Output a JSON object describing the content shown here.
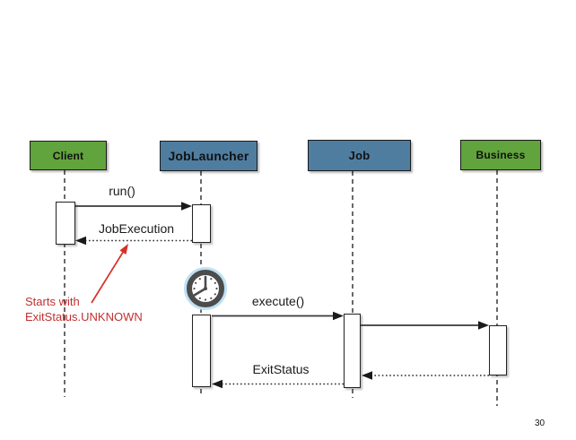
{
  "diagram": {
    "type": "uml-sequence",
    "page_number": "30",
    "colors": {
      "actor_green": "#61A33C",
      "actor_blue": "#4F7DA0",
      "annotation_red": "#C03030",
      "arrow_red": "#D63026"
    },
    "actors": [
      {
        "id": "client",
        "label": "Client",
        "color": "green"
      },
      {
        "id": "joblauncher",
        "label": "JobLauncher",
        "color": "blue"
      },
      {
        "id": "job",
        "label": "Job",
        "color": "blue"
      },
      {
        "id": "business",
        "label": "Business",
        "color": "green"
      }
    ],
    "messages": [
      {
        "label": "run()",
        "from": "client",
        "to": "joblauncher",
        "style": "solid"
      },
      {
        "label": "JobExecution",
        "from": "joblauncher",
        "to": "client",
        "style": "dotted"
      },
      {
        "label": "execute()",
        "from": "joblauncher",
        "to": "job",
        "style": "solid"
      },
      {
        "label": "",
        "from": "job",
        "to": "business",
        "style": "solid"
      },
      {
        "label": "",
        "from": "business",
        "to": "job",
        "style": "dotted"
      },
      {
        "label": "ExitStatus",
        "from": "job",
        "to": "joblauncher",
        "style": "dotted"
      }
    ],
    "annotation": {
      "text": "Starts with\nExitStatus.UNKNOWN"
    },
    "icons": {
      "clock": "clock-icon"
    }
  }
}
